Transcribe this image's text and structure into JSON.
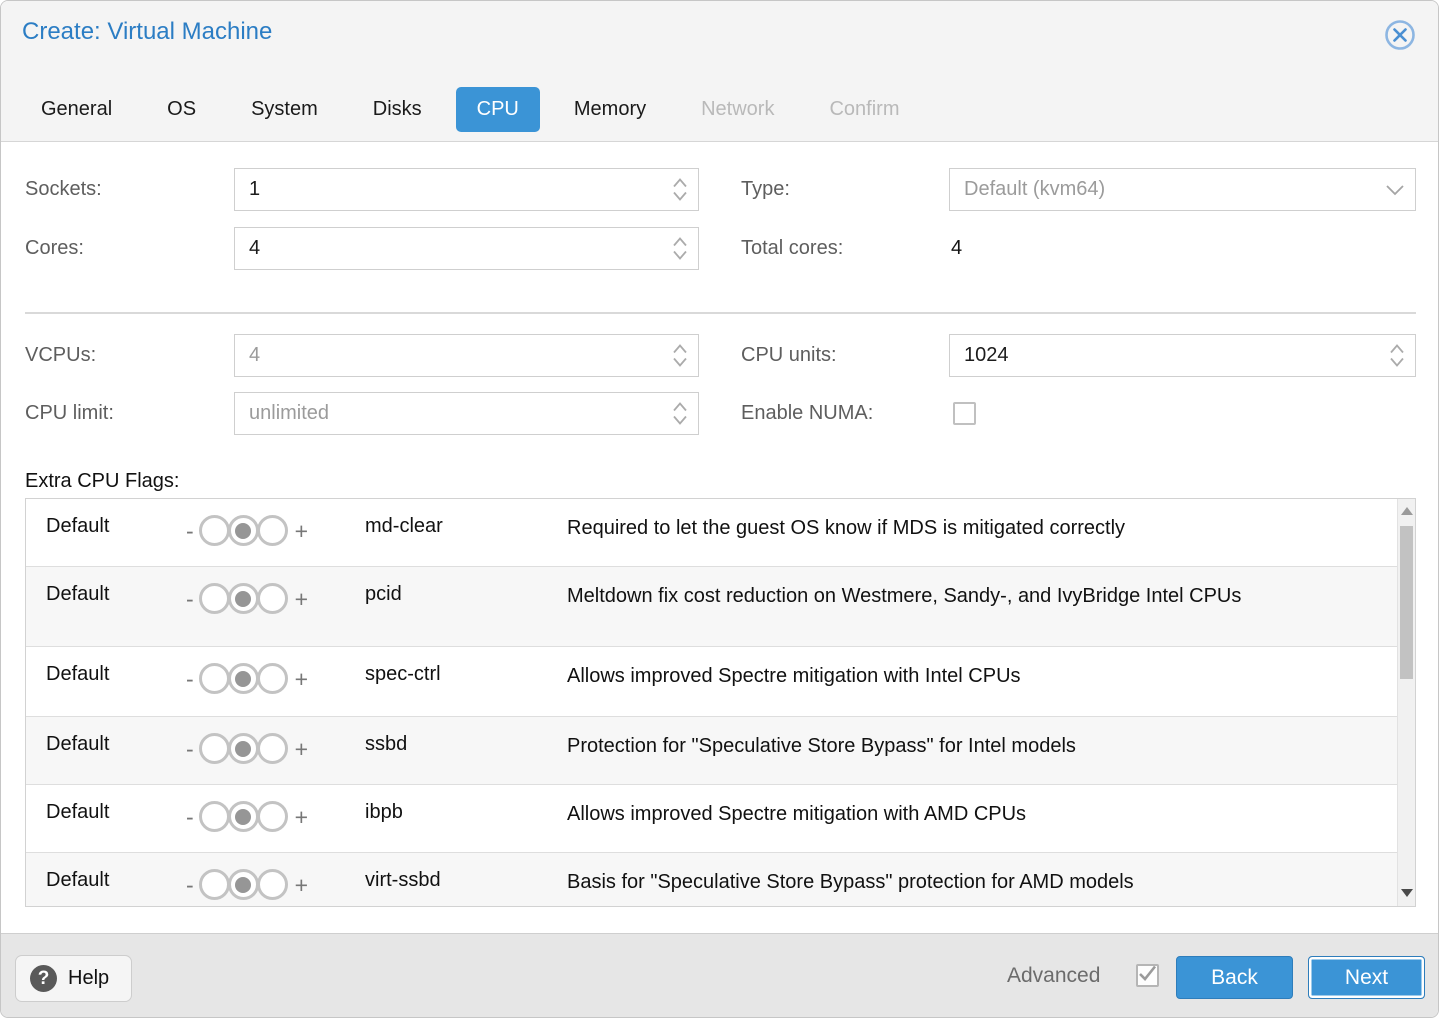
{
  "window": {
    "title": "Create: Virtual Machine"
  },
  "tabs": [
    {
      "label": "General",
      "state": "enabled"
    },
    {
      "label": "OS",
      "state": "enabled"
    },
    {
      "label": "System",
      "state": "enabled"
    },
    {
      "label": "Disks",
      "state": "enabled"
    },
    {
      "label": "CPU",
      "state": "active"
    },
    {
      "label": "Memory",
      "state": "enabled"
    },
    {
      "label": "Network",
      "state": "disabled"
    },
    {
      "label": "Confirm",
      "state": "disabled"
    }
  ],
  "form": {
    "sockets": {
      "label": "Sockets:",
      "value": "1"
    },
    "cores": {
      "label": "Cores:",
      "value": "4"
    },
    "type": {
      "label": "Type:",
      "value": "Default (kvm64)"
    },
    "total_cores": {
      "label": "Total cores:",
      "value": "4"
    },
    "vcpus": {
      "label": "VCPUs:",
      "value": "4"
    },
    "cpu_limit": {
      "label": "CPU limit:",
      "value": "unlimited"
    },
    "cpu_units": {
      "label": "CPU units:",
      "value": "1024"
    },
    "enable_numa": {
      "label": "Enable NUMA:",
      "checked": false
    }
  },
  "flags": {
    "section_label": "Extra CPU Flags:",
    "control": {
      "minus": "-",
      "plus": "+"
    },
    "rows": [
      {
        "default_label": "Default",
        "name": "md-clear",
        "description": "Required to let the guest OS know if MDS is mitigated correctly"
      },
      {
        "default_label": "Default",
        "name": "pcid",
        "description": "Meltdown fix cost reduction on Westmere, Sandy-, and IvyBridge Intel CPUs"
      },
      {
        "default_label": "Default",
        "name": "spec-ctrl",
        "description": "Allows improved Spectre mitigation with Intel CPUs"
      },
      {
        "default_label": "Default",
        "name": "ssbd",
        "description": "Protection for \"Speculative Store Bypass\" for Intel models"
      },
      {
        "default_label": "Default",
        "name": "ibpb",
        "description": "Allows improved Spectre mitigation with AMD CPUs"
      },
      {
        "default_label": "Default",
        "name": "virt-ssbd",
        "description": "Basis for \"Speculative Store Bypass\" protection for AMD models"
      }
    ]
  },
  "footer": {
    "help": {
      "label": "Help",
      "icon_glyph": "?"
    },
    "advanced": {
      "label": "Advanced",
      "checked": true
    },
    "back_label": "Back",
    "next_label": "Next"
  },
  "colors": {
    "accent_blue": "#3b94d6",
    "title_blue": "#2b7dc4",
    "header_bg": "#f4f4f4",
    "footer_bg": "#e6e6e6",
    "stripe_bg": "#f7f7f7",
    "disabled_text": "#b9b9b9"
  }
}
